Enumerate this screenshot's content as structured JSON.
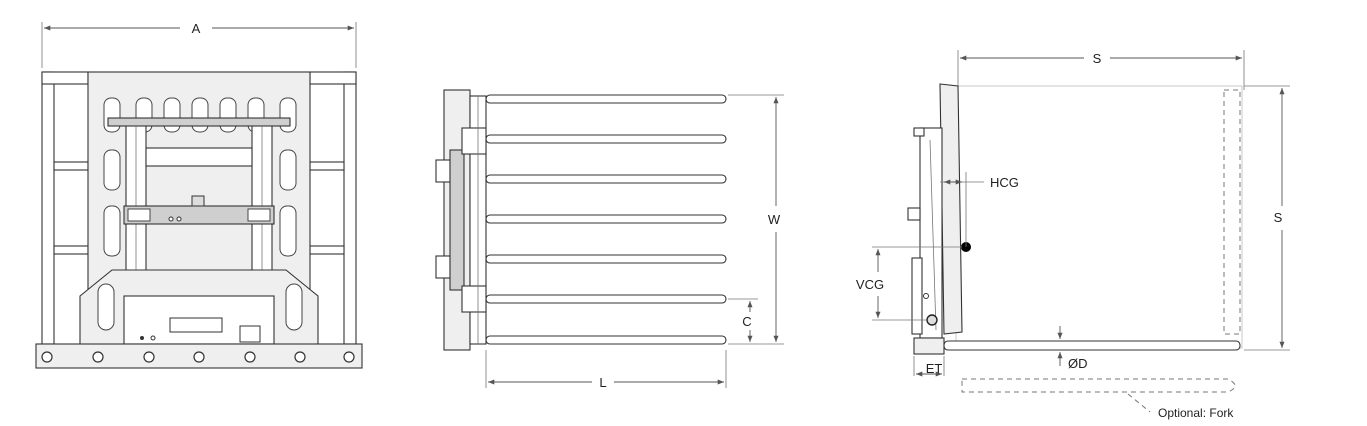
{
  "labels": {
    "a": "A",
    "w": "W",
    "c": "C",
    "l": "L",
    "s_top": "S",
    "s_right": "S",
    "hcg": "HCG",
    "vcg": "VCG",
    "et": "ET",
    "d": "ØD",
    "fork": "Optional: Fork"
  },
  "colors": {
    "line": "#333333",
    "dim": "#555555",
    "bg": "#ffffff",
    "cg_dot": "#000000"
  }
}
